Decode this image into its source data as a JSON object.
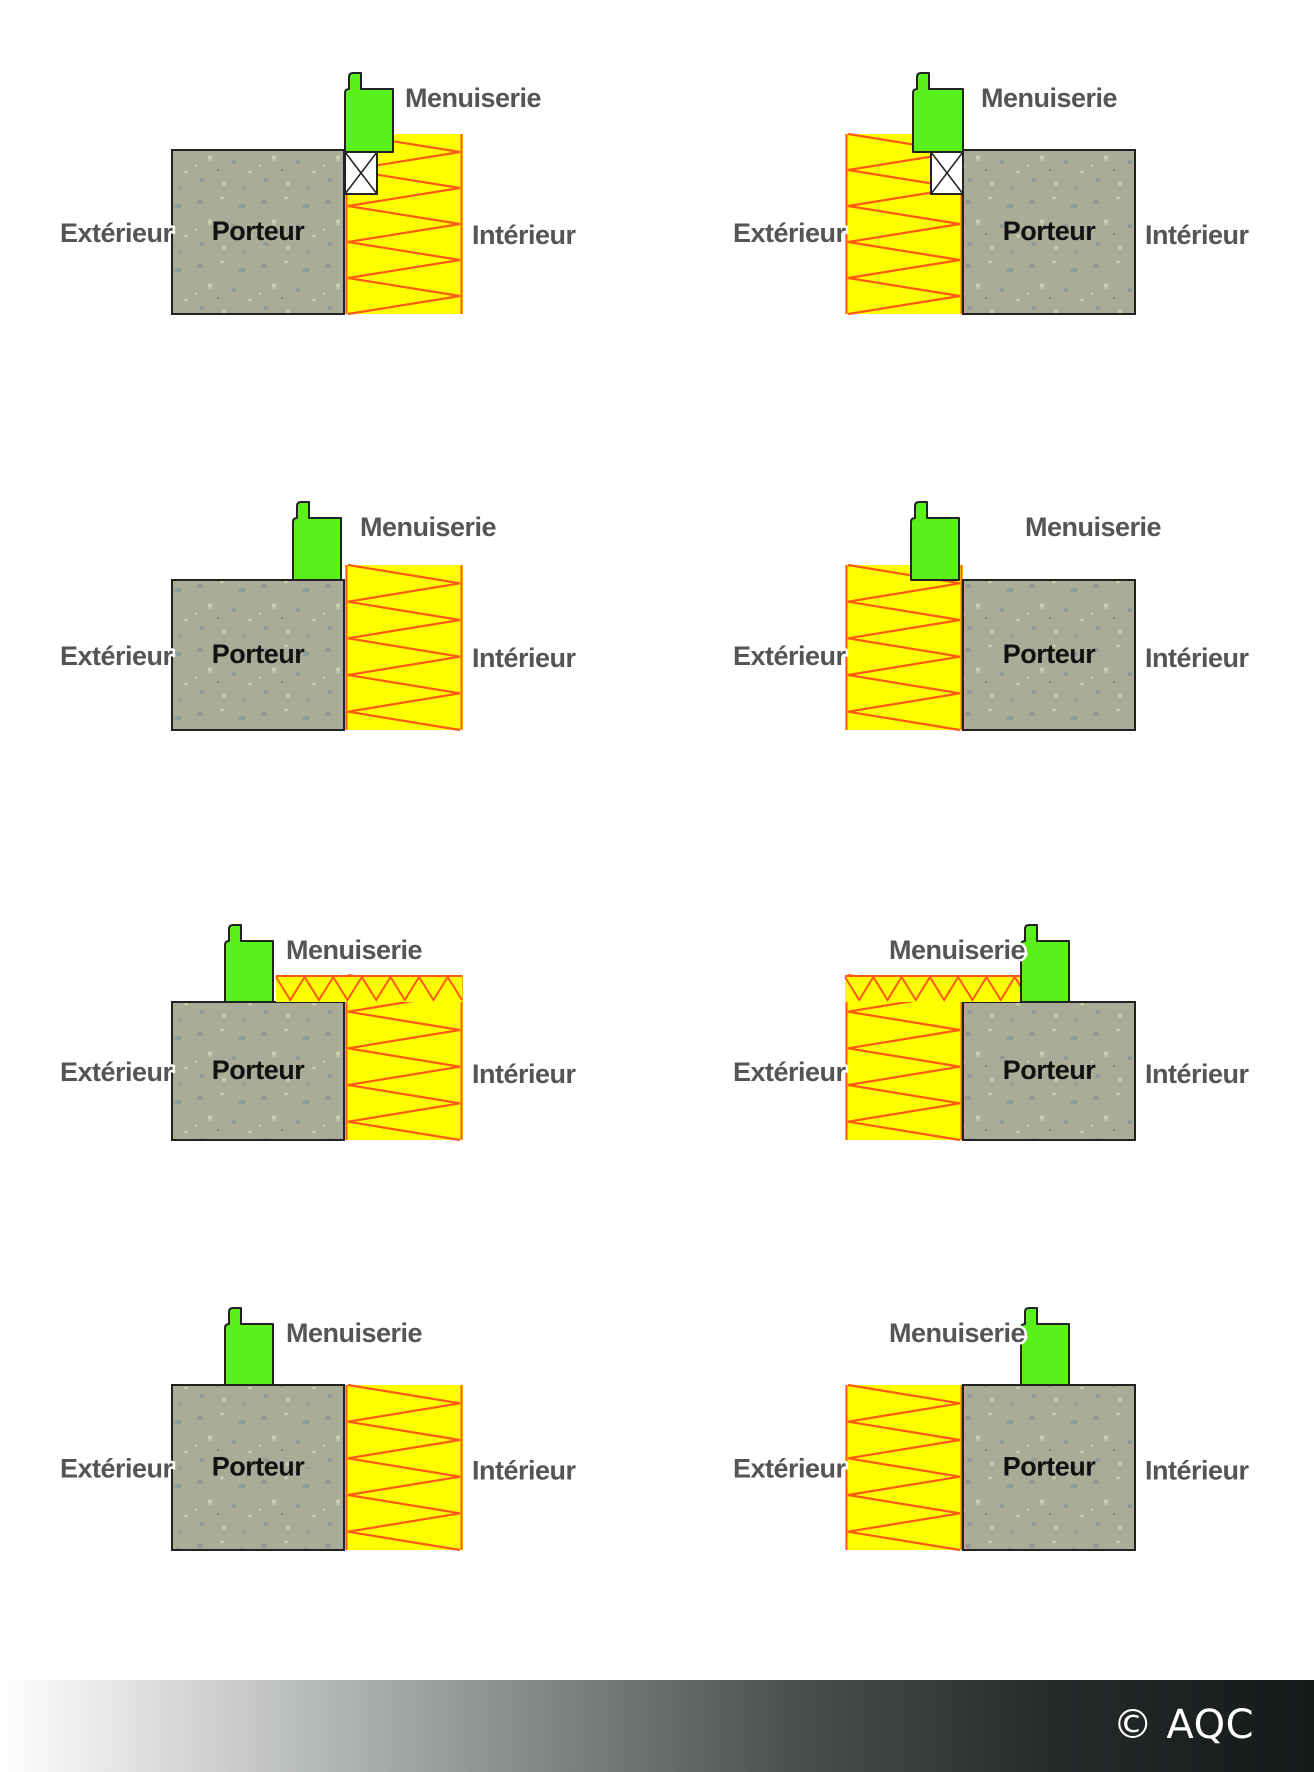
{
  "labels": {
    "exterieur": "Extérieur",
    "interieur": "Intérieur",
    "porteur": "Porteur",
    "menuiserie": "Menuiserie"
  },
  "footer": {
    "copyright": "© AQC"
  },
  "colors": {
    "concrete": "#aaac97",
    "insulation": "#ffff00",
    "insulation_stroke": "#ff5a14",
    "joinery": "#5af01a",
    "background": "#ffffff"
  },
  "diagrams": [
    {
      "id": "1",
      "insulation_side": "interior",
      "joinery_position": "at-insulation-edge",
      "spacer_block": true,
      "return_insulation": false
    },
    {
      "id": "2",
      "insulation_side": "exterior",
      "joinery_position": "at-insulation-edge",
      "spacer_block": true,
      "return_insulation": false
    },
    {
      "id": "3",
      "insulation_side": "interior",
      "joinery_position": "at-insulation-edge",
      "spacer_block": false,
      "return_insulation": false
    },
    {
      "id": "4",
      "insulation_side": "exterior",
      "joinery_position": "at-insulation-edge",
      "spacer_block": false,
      "return_insulation": false
    },
    {
      "id": "5",
      "insulation_side": "interior",
      "joinery_position": "on-wall-middle",
      "spacer_block": false,
      "return_insulation": true
    },
    {
      "id": "6",
      "insulation_side": "exterior",
      "joinery_position": "on-wall-middle",
      "spacer_block": false,
      "return_insulation": true
    },
    {
      "id": "7",
      "insulation_side": "interior",
      "joinery_position": "on-wall-middle",
      "spacer_block": false,
      "return_insulation": false
    },
    {
      "id": "8",
      "insulation_side": "exterior",
      "joinery_position": "on-wall-middle",
      "spacer_block": false,
      "return_insulation": false
    }
  ]
}
